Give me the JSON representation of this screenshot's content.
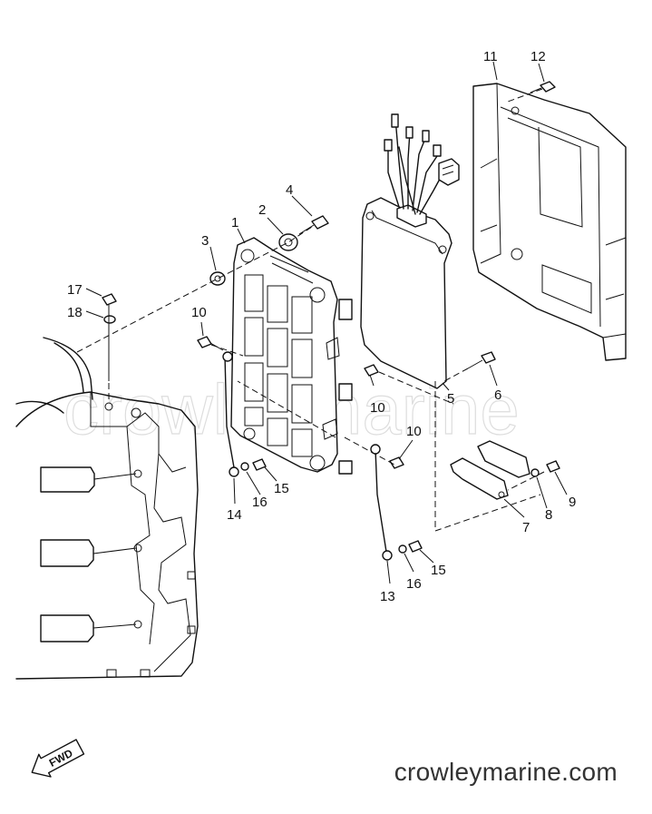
{
  "watermark_text": "crowleymarine",
  "site_label": "crowleymarine.com",
  "fwd_badge": "FWD",
  "callouts": {
    "c1": "1",
    "c2": "2",
    "c3": "3",
    "c4": "4",
    "c5": "5",
    "c6": "6",
    "c7": "7",
    "c8": "8",
    "c9": "9",
    "c10a": "10",
    "c10b": "10",
    "c10c": "10",
    "c11": "11",
    "c12": "12",
    "c13": "13",
    "c14": "14",
    "c15a": "15",
    "c15b": "15",
    "c16a": "16",
    "c16b": "16",
    "c17": "17",
    "c18": "18"
  }
}
